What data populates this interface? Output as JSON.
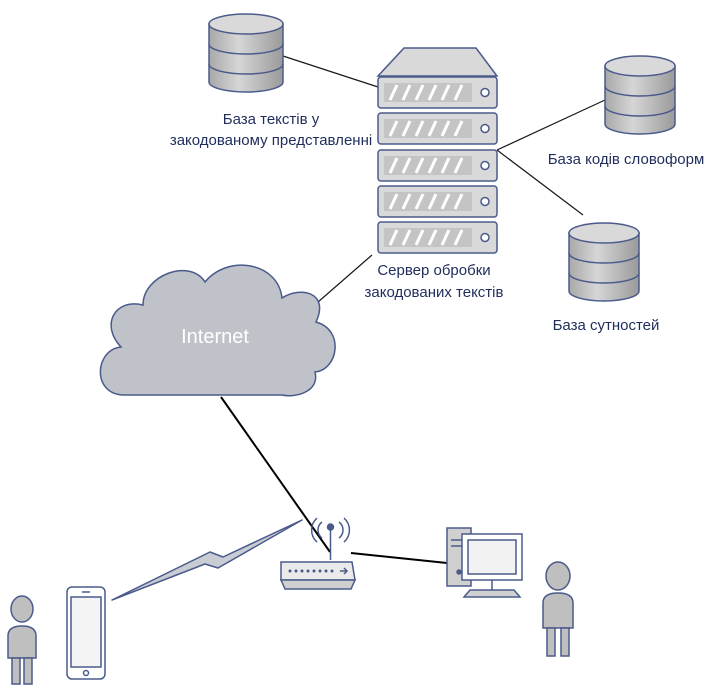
{
  "labels": {
    "db_texts_line1": "База текстів у",
    "db_texts_line2": "закодованому представленні",
    "db_wordforms": "База кодів словоформ",
    "db_entities": "База сутностей",
    "server_line1": "Сервер обробки",
    "server_line2": "закодованих текстів",
    "cloud": "Internet"
  },
  "colors": {
    "fill": "#bfbfbf",
    "fill_light": "#d9d9d9",
    "stroke": "#4a5a8a",
    "label": "#1f2d5c",
    "line": "#000000"
  },
  "icons": {
    "database": "database-icon",
    "server": "server-rack-icon",
    "cloud": "cloud-icon",
    "router": "wifi-router-icon",
    "phone": "smartphone-icon",
    "desktop": "desktop-computer-icon",
    "person": "person-icon",
    "wireless": "lightning-bolt-icon"
  }
}
